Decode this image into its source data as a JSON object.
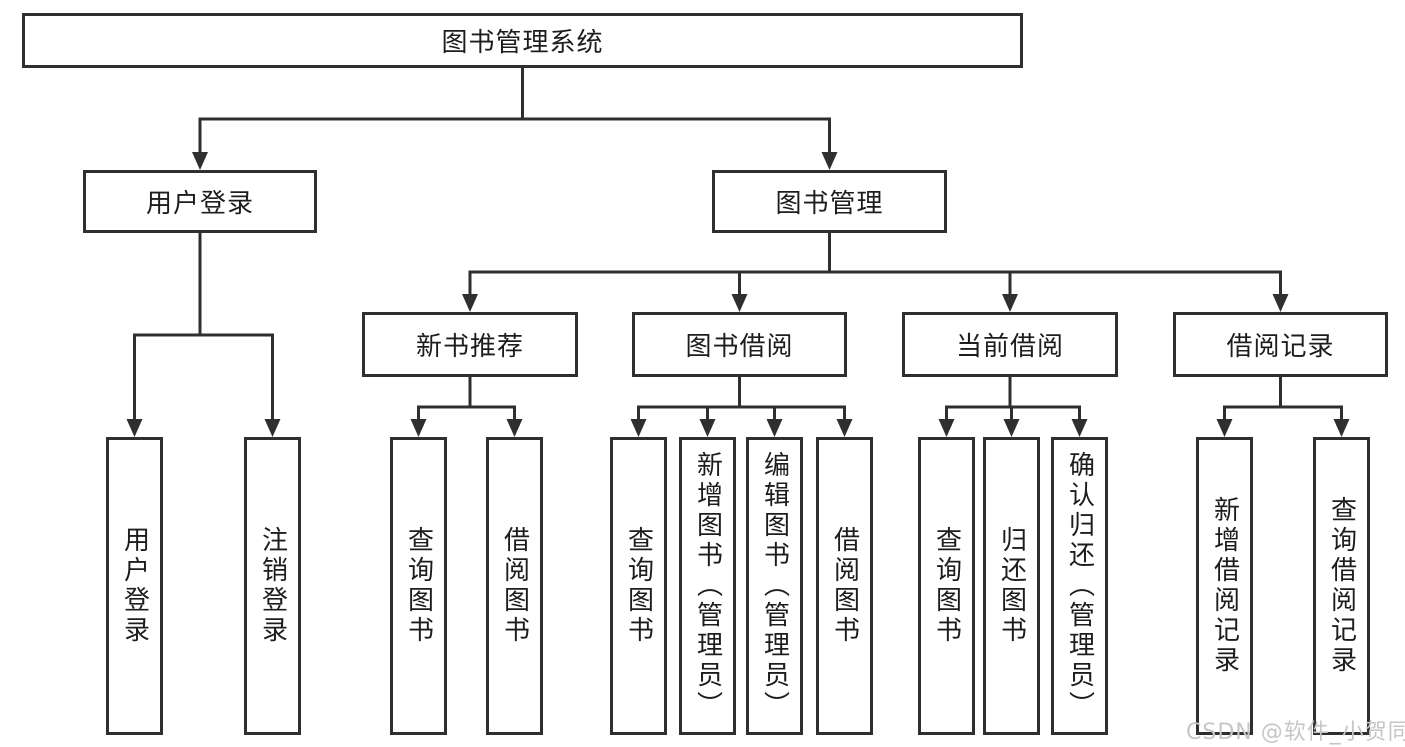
{
  "diagram": {
    "title": "图书管理系统",
    "level2": {
      "user_login": "用户登录",
      "book_mgmt": "图书管理"
    },
    "level3": {
      "new_books": "新书推荐",
      "book_borrow": "图书借阅",
      "current_borrow": "当前借阅",
      "borrow_records": "借阅记录"
    },
    "leaves": {
      "user_login": [
        "用户登录",
        "注销登录"
      ],
      "new_books": [
        "查询图书",
        "借阅图书"
      ],
      "book_borrow": [
        "查询图书",
        "新增图书（管理员）",
        "编辑图书（管理员）",
        "借阅图书"
      ],
      "current_borrow": [
        "查询图书",
        "归还图书",
        "确认归还（管理员）"
      ],
      "borrow_records": [
        "新增借阅记录",
        "查询借阅记录"
      ]
    }
  },
  "watermark": "CSDN @软件_小贺同学",
  "colors": {
    "line": "#2f2f2f",
    "text": "#1d1d1d",
    "watermark": "#c6c6c6",
    "background": "#ffffff"
  }
}
